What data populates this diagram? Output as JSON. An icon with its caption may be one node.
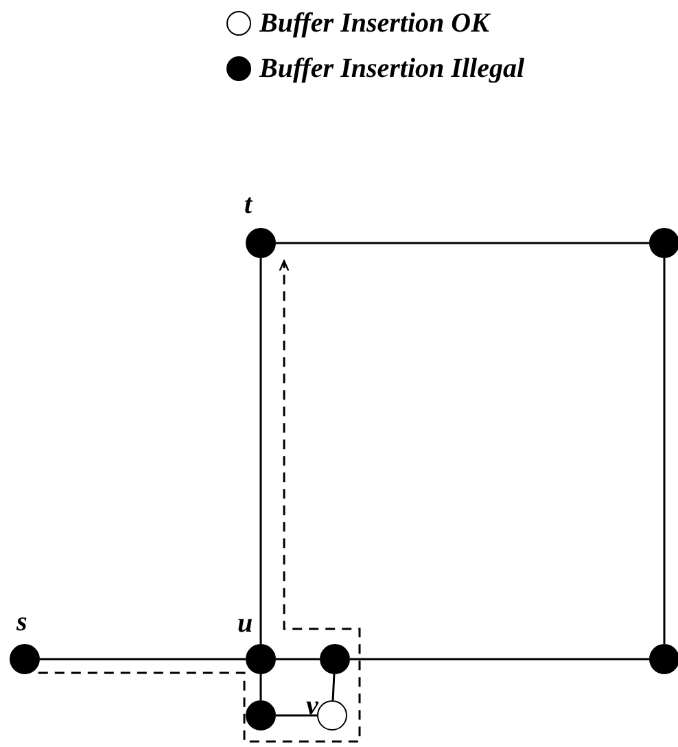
{
  "diagram": {
    "nodes": [
      {
        "text": [],
        "shape": "dot",
        "beside": [
          "t"
        ]
      },
      {
        "text": [],
        "shape": "dot"
      },
      {
        "text": [],
        "shape": "dot",
        "beside": [
          "s"
        ]
      },
      {
        "text": [],
        "shape": "dot",
        "beside": [
          "u"
        ]
      },
      {
        "text": [],
        "shape": "dot"
      },
      {
        "text": [],
        "shape": "dot"
      },
      {
        "text": [],
        "shape": "dot"
      },
      {
        "text": [],
        "shape": "circle",
        "beside": [
          "v"
        ]
      }
    ],
    "edges": [
      {
        "from": 0,
        "to": 1,
        "arrow": "none"
      },
      {
        "from": 1,
        "to": 5,
        "arrow": "none"
      },
      {
        "from": 2,
        "to": 3,
        "arrow": "none"
      },
      {
        "from": 3,
        "to": 0,
        "arrow": "none"
      },
      {
        "from": 3,
        "to": 4,
        "arrow": "none"
      },
      {
        "from": 4,
        "to": 5,
        "arrow": "none"
      },
      {
        "from": 3,
        "to": 6,
        "arrow": "none"
      },
      {
        "from": 6,
        "to": 7,
        "arrow": "none"
      },
      {
        "from": 7,
        "to": 4,
        "arrow": "none"
      },
      {
        "from": 2,
        "to": 0,
        "arrow": "to",
        "style": "dashed"
      }
    ],
    "legend": [
      {
        "text": "Buffer Insertion OK",
        "color": "#ffffff"
      },
      {
        "text": "Buffer Insertion Illegal",
        "color": "#000000"
      }
    ]
  }
}
